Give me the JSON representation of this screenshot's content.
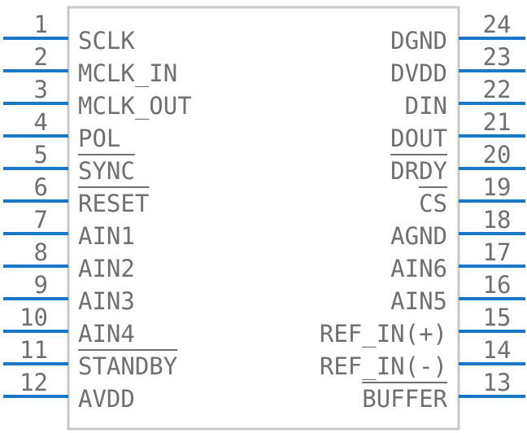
{
  "component": {
    "left_pins": [
      {
        "number": "1",
        "label": "SCLK",
        "active_low": false
      },
      {
        "number": "2",
        "label": "MCLK_IN",
        "active_low": false
      },
      {
        "number": "3",
        "label": "MCLK_OUT",
        "active_low": false
      },
      {
        "number": "4",
        "label": "POL",
        "active_low": false
      },
      {
        "number": "5",
        "label": "SYNC",
        "active_low": true
      },
      {
        "number": "6",
        "label": "RESET",
        "active_low": true
      },
      {
        "number": "7",
        "label": "AIN1",
        "active_low": false
      },
      {
        "number": "8",
        "label": "AIN2",
        "active_low": false
      },
      {
        "number": "9",
        "label": "AIN3",
        "active_low": false
      },
      {
        "number": "10",
        "label": "AIN4",
        "active_low": false
      },
      {
        "number": "11",
        "label": "STANDBY",
        "active_low": true
      },
      {
        "number": "12",
        "label": "AVDD",
        "active_low": false
      }
    ],
    "right_pins": [
      {
        "number": "24",
        "label": "DGND",
        "active_low": false
      },
      {
        "number": "23",
        "label": "DVDD",
        "active_low": false
      },
      {
        "number": "22",
        "label": "DIN",
        "active_low": false
      },
      {
        "number": "21",
        "label": "DOUT",
        "active_low": false
      },
      {
        "number": "20",
        "label": "DRDY",
        "active_low": true
      },
      {
        "number": "19",
        "label": "CS",
        "active_low": true
      },
      {
        "number": "18",
        "label": "AGND",
        "active_low": false
      },
      {
        "number": "17",
        "label": "AIN6",
        "active_low": false
      },
      {
        "number": "16",
        "label": "AIN5",
        "active_low": false
      },
      {
        "number": "15",
        "label": "REF_IN(+)",
        "active_low": false
      },
      {
        "number": "14",
        "label": "REF_IN(-)",
        "active_low": false
      },
      {
        "number": "13",
        "label": "BUFFER",
        "active_low": true
      }
    ],
    "colors": {
      "pin": "#1a78c8",
      "text": "#707070",
      "body_outline": "#c8c8c8"
    }
  }
}
